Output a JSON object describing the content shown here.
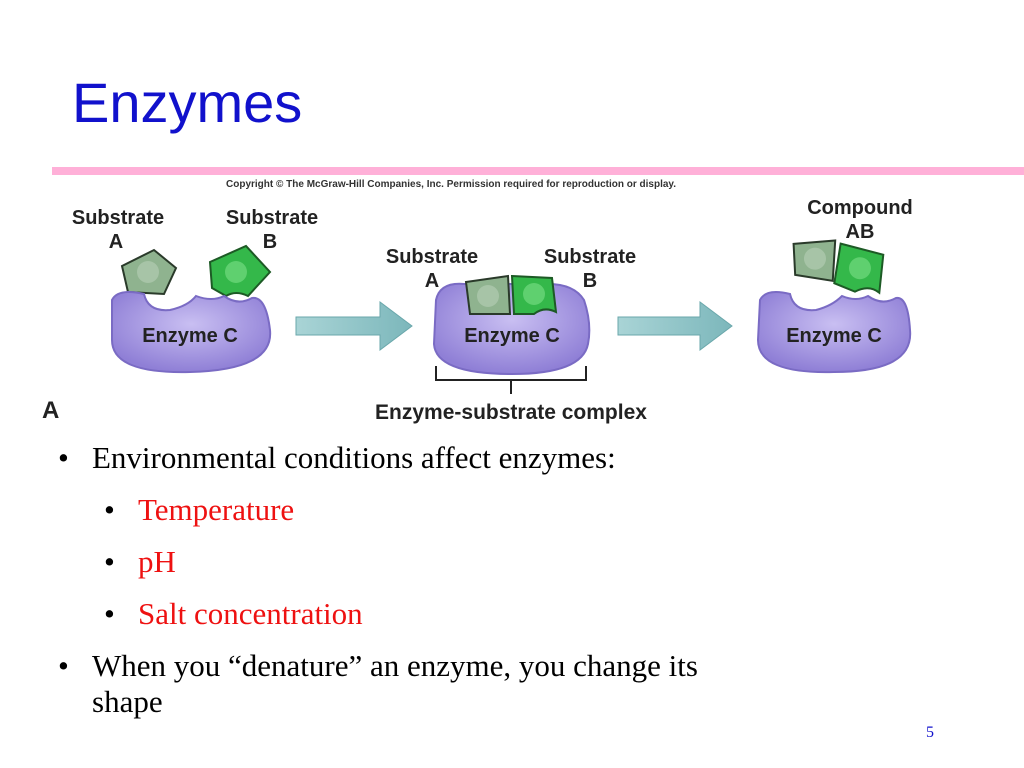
{
  "slide": {
    "title": "Enzymes",
    "page_number": "5"
  },
  "figure": {
    "copyright": "Copyright © The McGraw-Hill Companies, Inc. Permission required for reproduction or display.",
    "panel_label": "A",
    "step1": {
      "substrate_a": [
        "Substrate",
        "A"
      ],
      "substrate_b": [
        "Substrate",
        "B"
      ],
      "enzyme": "Enzyme C"
    },
    "step2": {
      "substrate_a": [
        "Substrate",
        "A"
      ],
      "substrate_b": [
        "Substrate",
        "B"
      ],
      "enzyme": "Enzyme C",
      "complex_label": "Enzyme-substrate complex"
    },
    "step3": {
      "compound": [
        "Compound",
        "AB"
      ],
      "enzyme": "Enzyme C"
    },
    "colors": {
      "enzyme": "#a99be0",
      "substrate_a": "#8fb38f",
      "substrate_b": "#34b84a",
      "arrow": "#8ec3c6"
    }
  },
  "bullets": {
    "item1": "Environmental conditions affect enzymes:",
    "subitems": [
      "Temperature",
      "pH",
      "Salt concentration"
    ],
    "item2_line1": "When you “denature” an enzyme, you change its",
    "item2_line2": "shape"
  }
}
